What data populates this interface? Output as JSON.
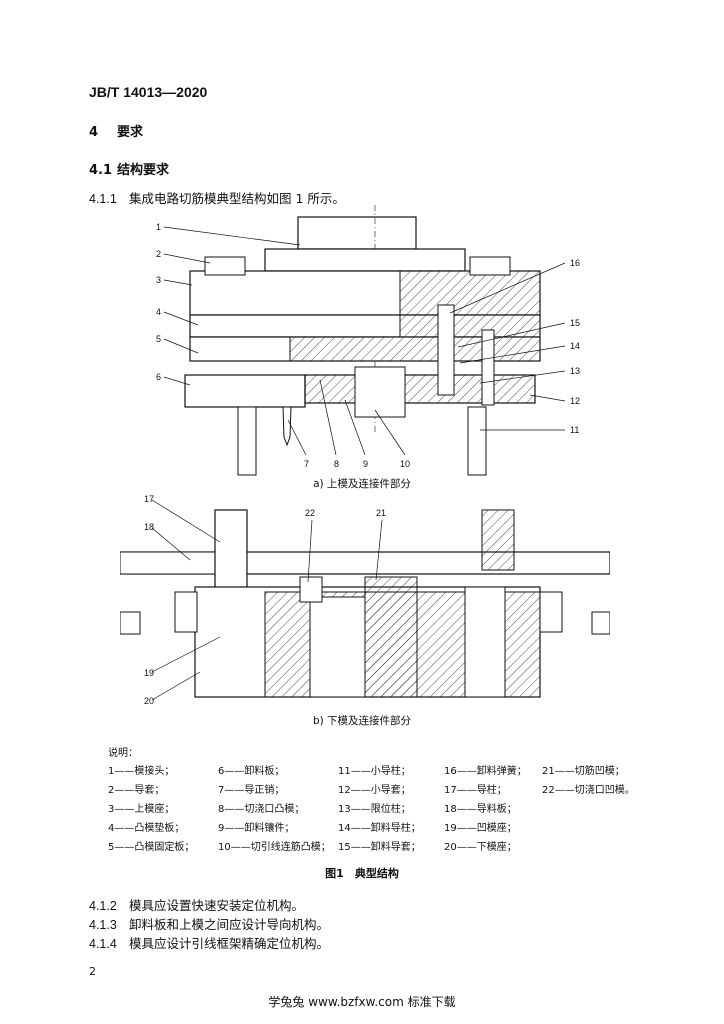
{
  "header": {
    "standard_no": "JB/T 14013—2020"
  },
  "section4": {
    "num": "4",
    "title": "要求"
  },
  "section41": {
    "num": "4.1",
    "title": "结构要求"
  },
  "clause411": {
    "num": "4.1.1",
    "text": "集成电路切筋模典型结构如图 1 所示。"
  },
  "figure": {
    "top_caption": "a) 上模及连接件部分",
    "bottom_caption": "b) 下模及连接件部分",
    "labels_top": [
      "1",
      "2",
      "3",
      "4",
      "5",
      "6",
      "7",
      "8",
      "9",
      "10",
      "11",
      "12",
      "13",
      "14",
      "15",
      "16"
    ],
    "labels_bottom": [
      "17",
      "18",
      "19",
      "20",
      "21",
      "22"
    ],
    "legend_title": "说明：",
    "legend": [
      [
        "1——模接头；",
        "6——卸料板；",
        "11——小导柱；",
        "16——卸料弹簧；",
        "21——切筋凹模；"
      ],
      [
        "2——导套；",
        "7——导正销；",
        "12——小导套；",
        "17——导柱；",
        "22——切浇口凹模。"
      ],
      [
        "3——上模座；",
        "8——切浇口凸模；",
        "13——限位柱；",
        "18——导料板；",
        ""
      ],
      [
        "4——凸模垫板；",
        "9——卸料镶件；",
        "14——卸料导柱；",
        "19——凹模座；",
        ""
      ],
      [
        "5——凸模固定板；",
        "10——切引线连筋凸模；",
        "15——卸料导套；",
        "20——下模座；",
        ""
      ]
    ],
    "caption": "图1　典型结构"
  },
  "clauses": [
    {
      "num": "4.1.2",
      "text": "模具应设置快速安装定位机构。"
    },
    {
      "num": "4.1.3",
      "text": "卸料板和上模之间应设计导向机构。"
    },
    {
      "num": "4.1.4",
      "text": "模具应设计引线框架精确定位机构。"
    }
  ],
  "page_number": "2",
  "footer": "学兔兔 www.bzfxw.com 标准下载"
}
